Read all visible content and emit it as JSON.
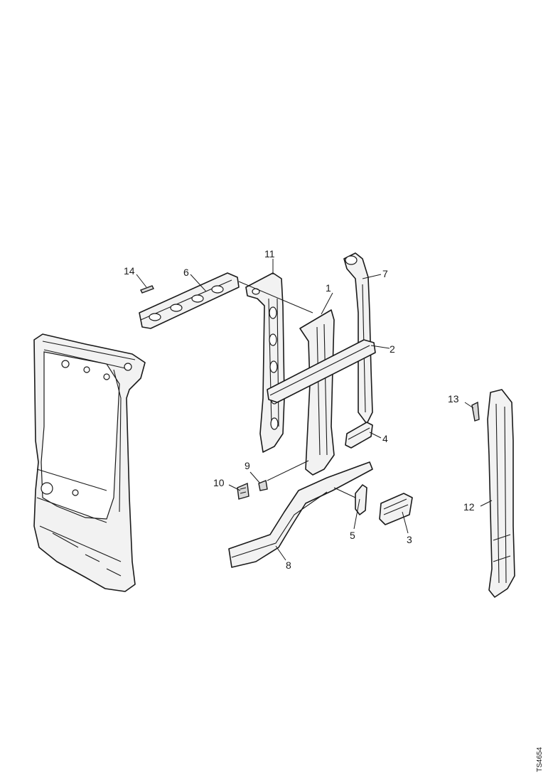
{
  "callouts": {
    "c1": "1",
    "c2": "2",
    "c3": "3",
    "c4": "4",
    "c5": "5",
    "c6": "6",
    "c7": "7",
    "c8": "8",
    "c9": "9",
    "c10": "10",
    "c11": "11",
    "c12": "12",
    "c13": "13",
    "c14": "14"
  },
  "reference_code": "TS4654"
}
